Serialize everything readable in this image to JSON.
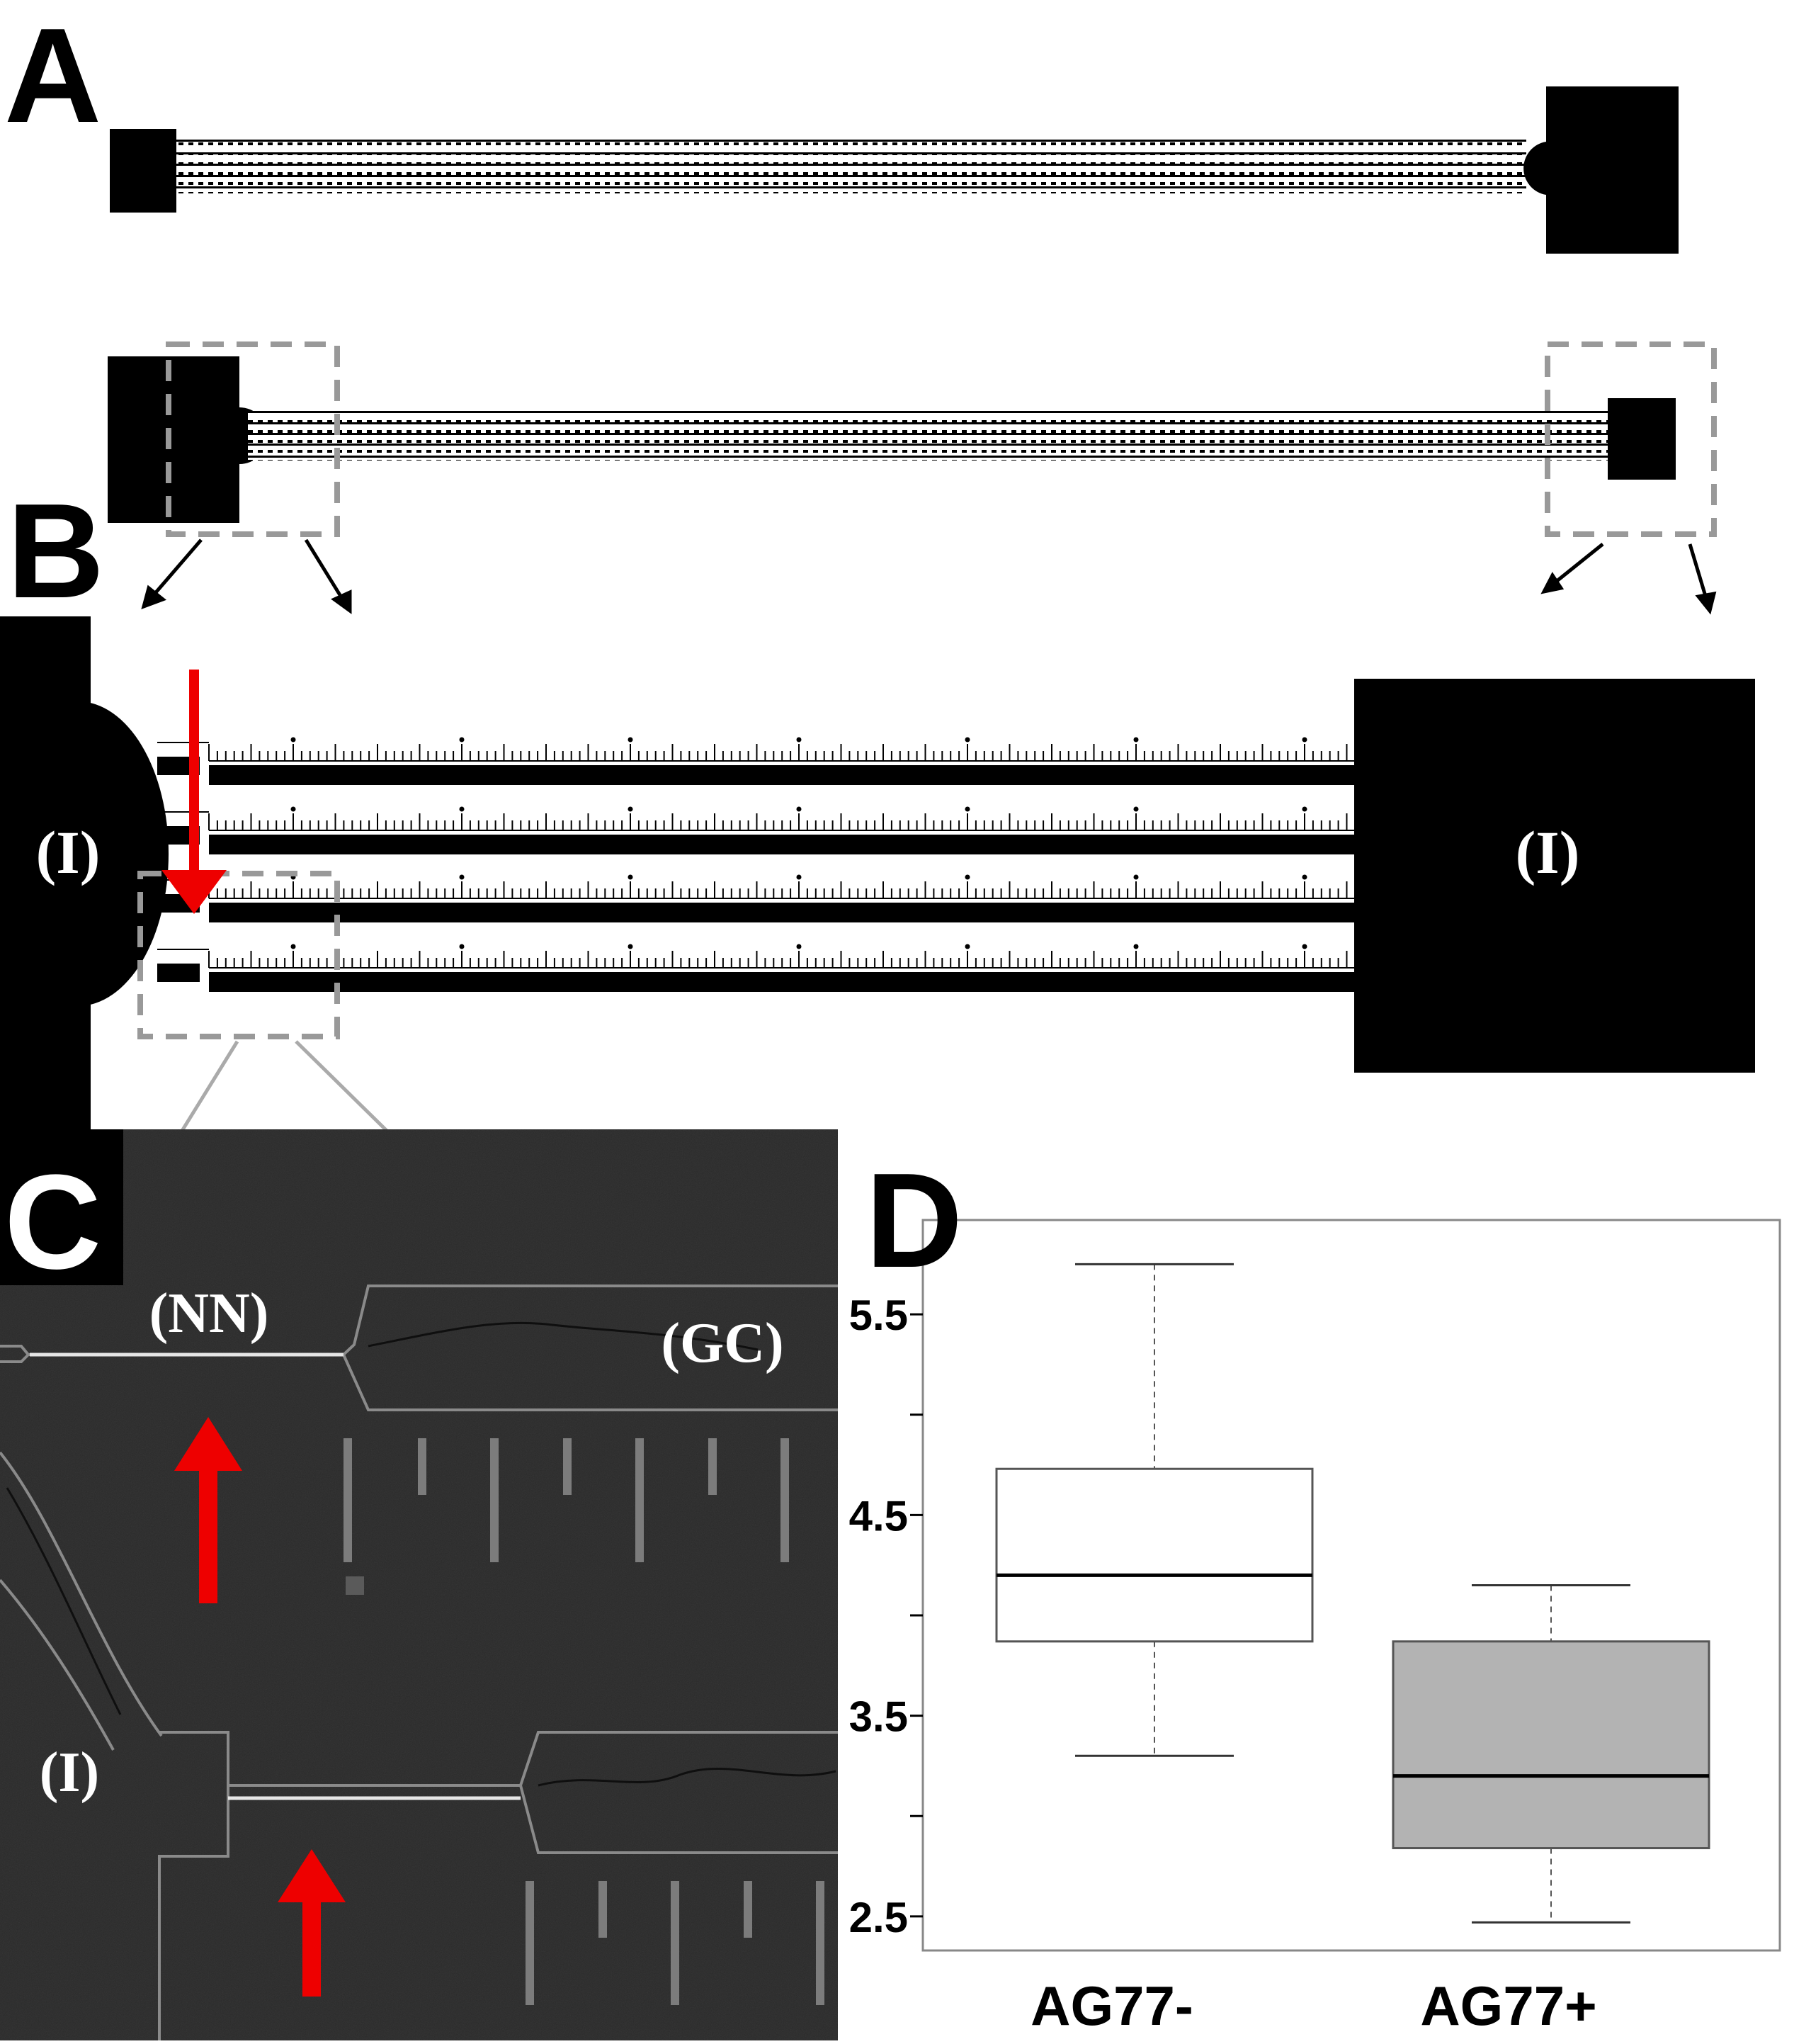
{
  "panels": {
    "a": {
      "letter": "A"
    },
    "b": {
      "letter": "B",
      "left_label": "(I)",
      "right_label": "(I)"
    },
    "c": {
      "letter": "C",
      "label_nn": "(NN)",
      "label_gc": "(GC)",
      "label_i": "(I)"
    },
    "d": {
      "letter": "D"
    }
  },
  "colors": {
    "arrow_red": "#ee0000",
    "box_gray": "#999999",
    "ag77_plus_fill": "#b3b3b3"
  },
  "chart_data": {
    "type": "box",
    "categories": [
      "AG77-",
      "AG77+"
    ],
    "boxes": [
      {
        "name": "AG77-",
        "min": 3.3,
        "q1": 3.87,
        "median": 4.2,
        "q3": 4.73,
        "max": 5.75,
        "fill": "#ffffff"
      },
      {
        "name": "AG77+",
        "min": 2.47,
        "q1": 2.84,
        "median": 3.2,
        "q3": 3.87,
        "max": 4.15,
        "fill": "#b3b3b3"
      }
    ],
    "y_ticks": [
      2.5,
      3,
      3.5,
      4,
      4.5,
      5,
      5.5
    ],
    "y_tick_labels": [
      "2.5",
      "3.5",
      "4.5",
      "5.5"
    ],
    "ylim": [
      2.33,
      5.97
    ],
    "grid": false
  }
}
